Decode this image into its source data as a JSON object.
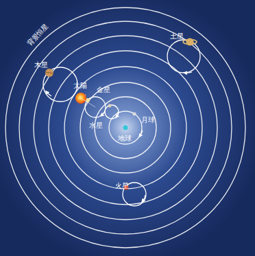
{
  "diagram": {
    "labels": [
      "背景恒星",
      "土星",
      "木星",
      "太陽",
      "金星",
      "水星",
      "月球",
      "地球",
      "火星"
    ]
  }
}
